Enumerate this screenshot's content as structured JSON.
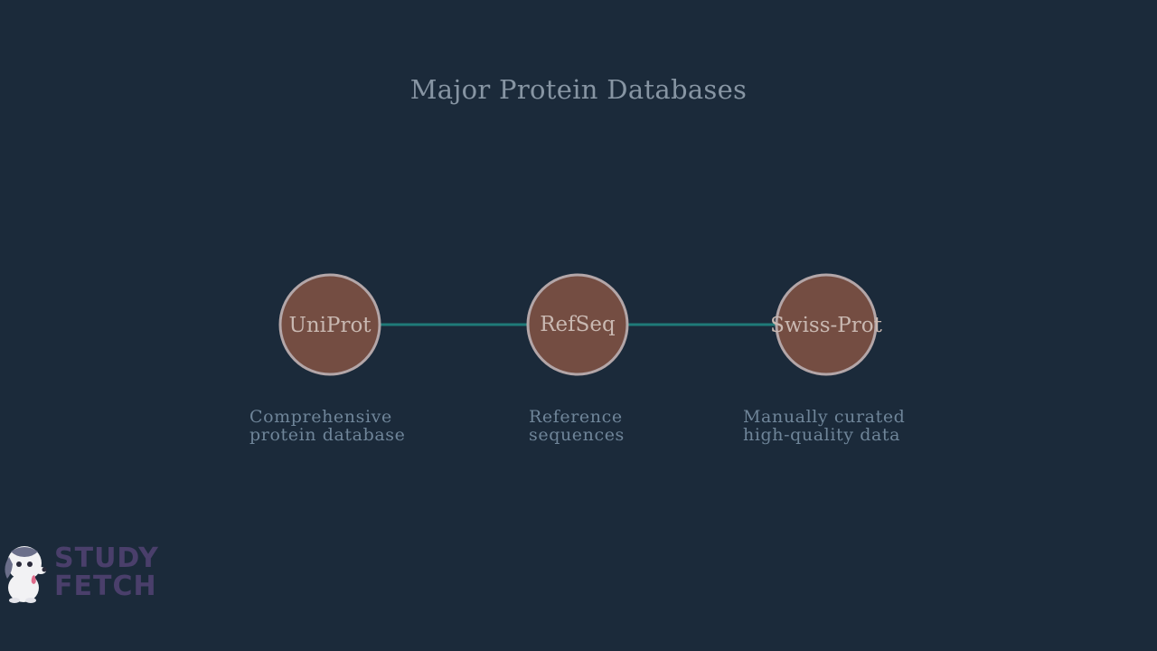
{
  "title": "Major Protein Databases",
  "nodes": [
    {
      "label": "UniProt",
      "description_line1": "Comprehensive",
      "description_line2": "protein database"
    },
    {
      "label": "RefSeq",
      "description_line1": "Reference",
      "description_line2": "sequences"
    },
    {
      "label": "Swiss-Prot",
      "description_line1": "Manually curated",
      "description_line2": "high-quality data"
    }
  ],
  "colors": {
    "background": "#1b2a3a",
    "node_fill": "#744d42",
    "node_stroke": "#b3a6a8",
    "connector": "#1f7a78",
    "title": "#8795a3",
    "description": "#6f8599",
    "logo": "#4a3f6b"
  },
  "logo": {
    "line1": "STUDY",
    "line2": "FETCH",
    "icon": "dog-mascot-icon"
  }
}
